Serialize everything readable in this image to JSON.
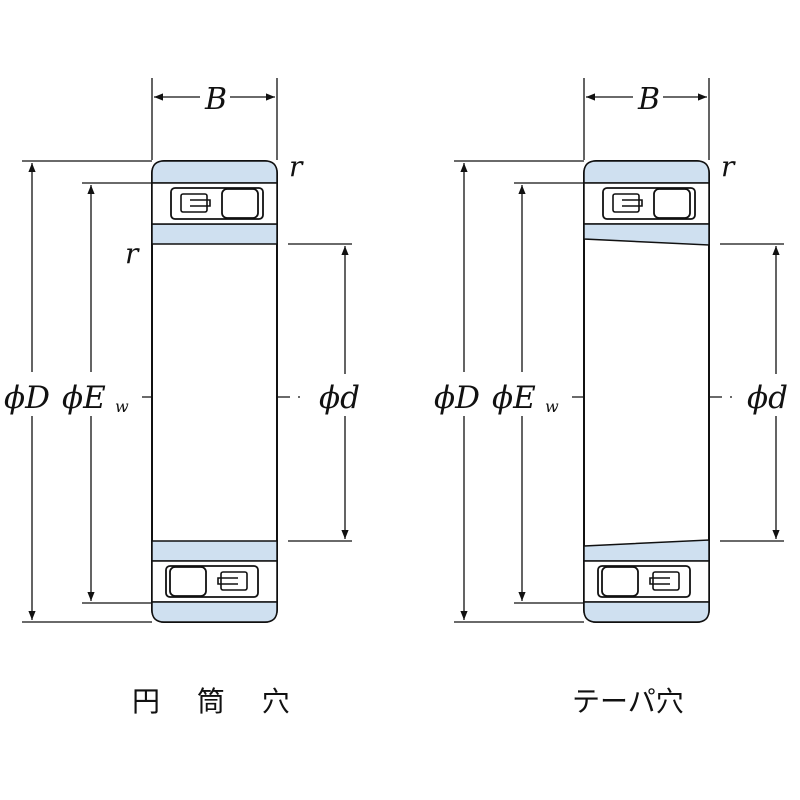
{
  "colors": {
    "line": "#111111",
    "ring_fill": "#cfe0f0",
    "roller_fill": "#ffffff",
    "background": "#ffffff"
  },
  "labels": {
    "width": "B",
    "chamfer": "r",
    "outer_diameter": "ϕD",
    "roller_diameter": "ϕE",
    "roller_subscript": "w",
    "bore_diameter": "ϕd"
  },
  "figures": [
    {
      "caption": "円 筒 穴",
      "bore": "cylindrical"
    },
    {
      "caption": "テーパ穴",
      "bore": "tapered"
    }
  ]
}
